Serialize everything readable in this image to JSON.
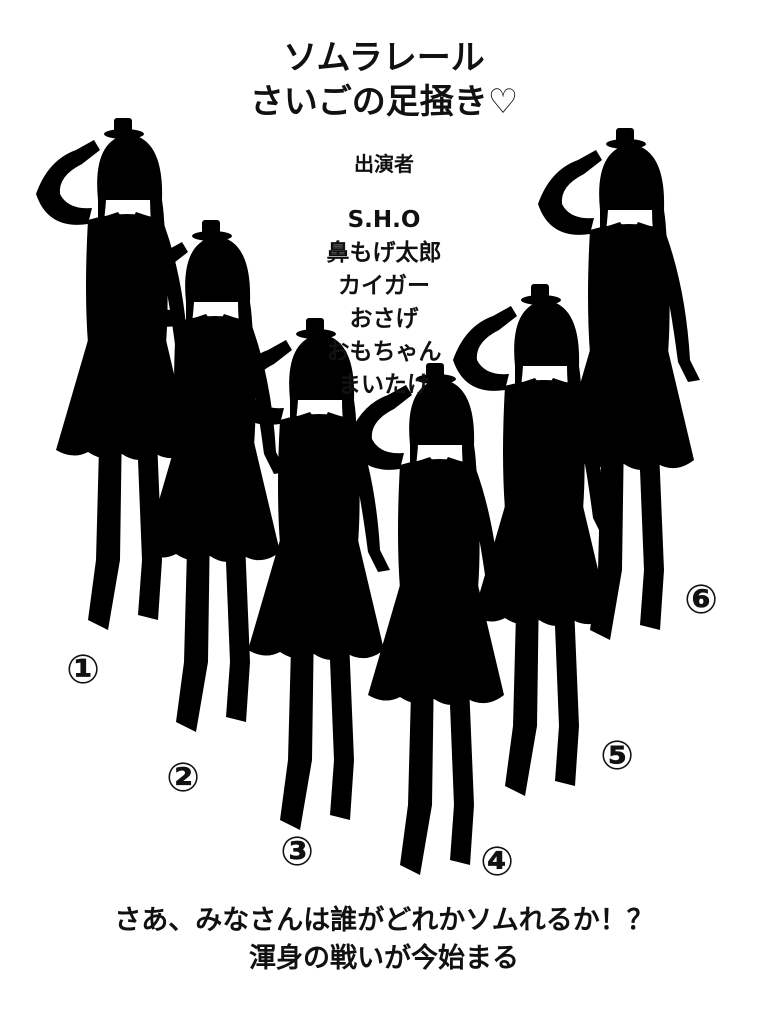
{
  "title_line1": "ソムラレール",
  "title_line2": "さいごの足掻き♡",
  "cast_heading": "出演者",
  "cast": [
    "S.H.O",
    "鼻もげ太郎",
    "カイガー",
    "おさげ",
    "おもちゃん",
    "まいたけ"
  ],
  "numbers": [
    "①",
    "②",
    "③",
    "④",
    "⑤",
    "⑥"
  ],
  "footer_line1": "さあ、みなさんは誰がどれかソムれるか！？",
  "footer_line2": "渾身の戦いが今始まる"
}
